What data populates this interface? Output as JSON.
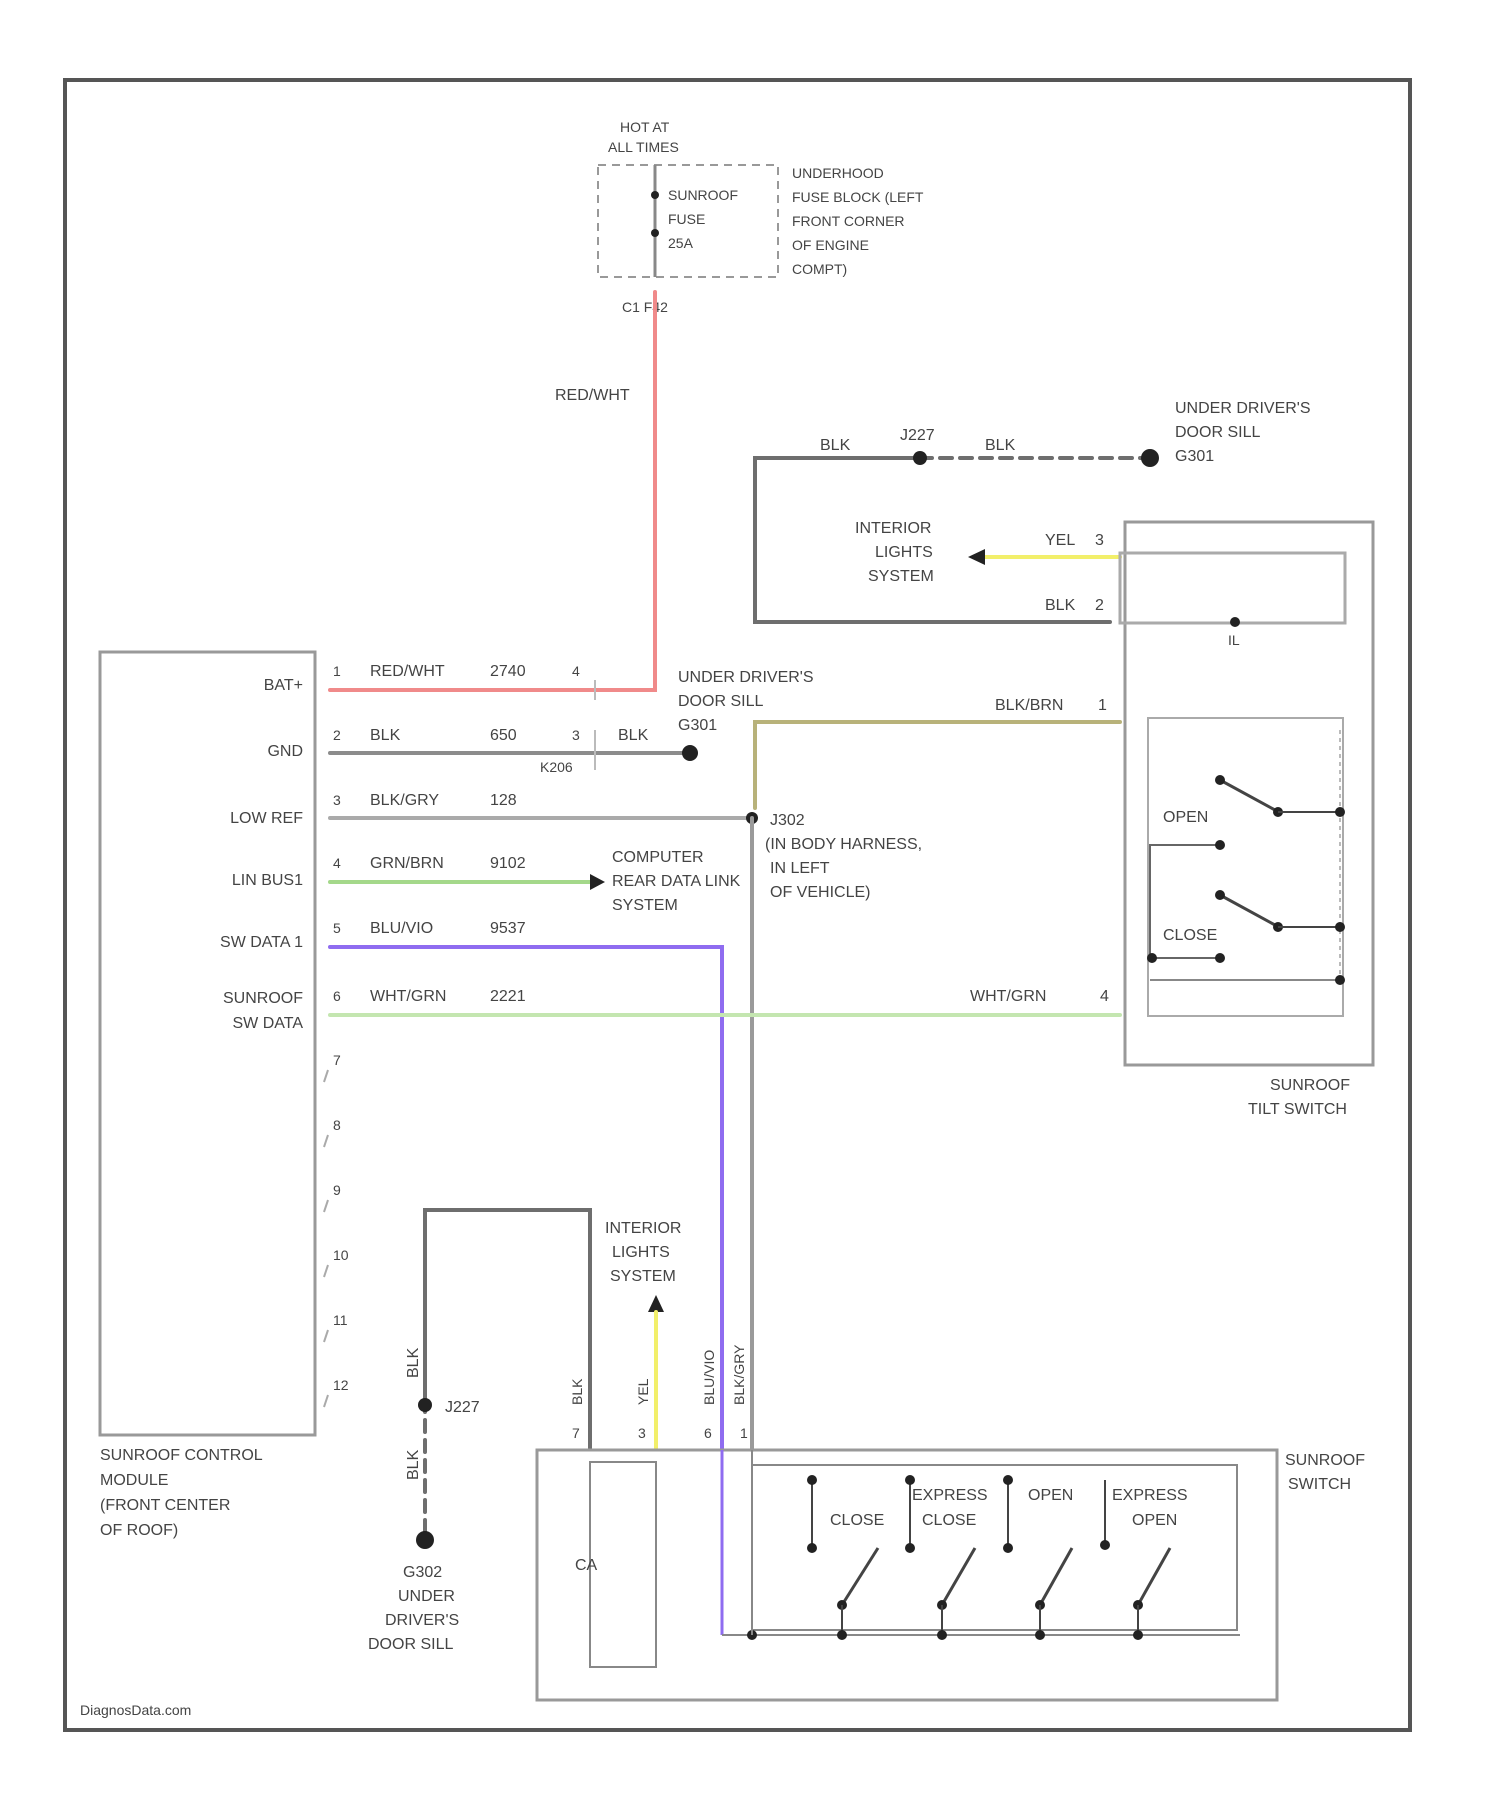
{
  "colors": {
    "red": "#f08a8a",
    "gray": "#8c8c8c",
    "black": "#6e6e6e",
    "green": "#a4d88a",
    "purple": "#8f6cf0",
    "yellow": "#f2ef6a",
    "olive": "#b8b27a",
    "frame": "#555555",
    "component": "#9a9a9a"
  },
  "power": {
    "hot": [
      "HOT AT",
      "ALL TIMES"
    ],
    "fuse": [
      "SUNROOF",
      "FUSE",
      "25A"
    ],
    "fuse_block": [
      "UNDERHOOD",
      "FUSE BLOCK (LEFT",
      "FRONT CORNER",
      "OF ENGINE",
      "COMPT)"
    ],
    "connector": "C1  F42",
    "wire_label": "RED/WHT"
  },
  "ground_top": {
    "blk1": "BLK",
    "splice": "J227",
    "blk2": "BLK",
    "location": [
      "UNDER DRIVER'S",
      "DOOR SILL",
      "G301"
    ]
  },
  "interior_lights_right": [
    "INTERIOR",
    "LIGHTS",
    "SYSTEM"
  ],
  "module": {
    "pins": [
      "BAT+",
      "GND",
      "LOW REF",
      "LIN BUS1",
      "SW DATA 1",
      "SUNROOF",
      "SW DATA"
    ],
    "name": [
      "SUNROOF CONTROL",
      "MODULE",
      "(FRONT CENTER",
      "OF ROOF)"
    ],
    "empty_pins": [
      "7",
      "8",
      "9",
      "10",
      "11",
      "12"
    ]
  },
  "rows": {
    "bat": {
      "pin": "1",
      "color": "RED/WHT",
      "circuit": "2740",
      "conn": "4"
    },
    "gnd": {
      "pin": "2",
      "color": "BLK",
      "circuit": "650",
      "conn": "3",
      "blk": "BLK",
      "splice": "K206",
      "loc": [
        "UNDER DRIVER'S",
        "DOOR SILL",
        "G301"
      ]
    },
    "lowref": {
      "pin": "3",
      "color": "BLK/GRY",
      "circuit": "128",
      "splice": "J302",
      "loc": [
        "(IN BODY HARNESS,",
        "IN LEFT",
        "OF VEHICLE)"
      ]
    },
    "lin": {
      "pin": "4",
      "color": "GRN/BRN",
      "circuit": "9102",
      "dest": [
        "COMPUTER",
        "REAR DATA LINK",
        "SYSTEM"
      ]
    },
    "swdata1": {
      "pin": "5",
      "color": "BLU/VIO",
      "circuit": "9537"
    },
    "sunroofdata": {
      "pin": "6",
      "color": "WHT/GRN",
      "circuit": "2221",
      "right_color": "WHT/GRN",
      "right_pin": "4"
    }
  },
  "tilt_switch": {
    "yel": "YEL",
    "yel_pin": "3",
    "blk": "BLK",
    "blk_pin": "2",
    "blkbrn": "BLK/BRN",
    "blkbrn_pin": "1",
    "open": "OPEN",
    "close": "CLOSE",
    "marker": "IL",
    "name": [
      "SUNROOF",
      "TILT SWITCH"
    ]
  },
  "bottom": {
    "blk_left_top": "BLK",
    "splice": "J227",
    "blk_left_bottom": "BLK",
    "ground_loc": [
      "G302",
      "UNDER",
      "DRIVER'S",
      "DOOR SILL"
    ],
    "lights": [
      "INTERIOR",
      "LIGHTS",
      "SYSTEM"
    ],
    "wire_blk": "BLK",
    "wire_yel": "YEL",
    "wire_bluviol": "BLU/VIO",
    "wire_blkgry": "BLK/GRY",
    "pin_blk": "7",
    "pin_yel": "3",
    "pin_bluviol": "6",
    "pin_blkgry": "1",
    "ca": "CA",
    "sw_labels": [
      [
        "CLOSE"
      ],
      [
        "EXPRESS",
        "CLOSE"
      ],
      [
        "OPEN"
      ],
      [
        "EXPRESS",
        "OPEN"
      ]
    ],
    "name": [
      "SUNROOF",
      "SWITCH"
    ]
  },
  "watermark": "DiagnosData.com"
}
